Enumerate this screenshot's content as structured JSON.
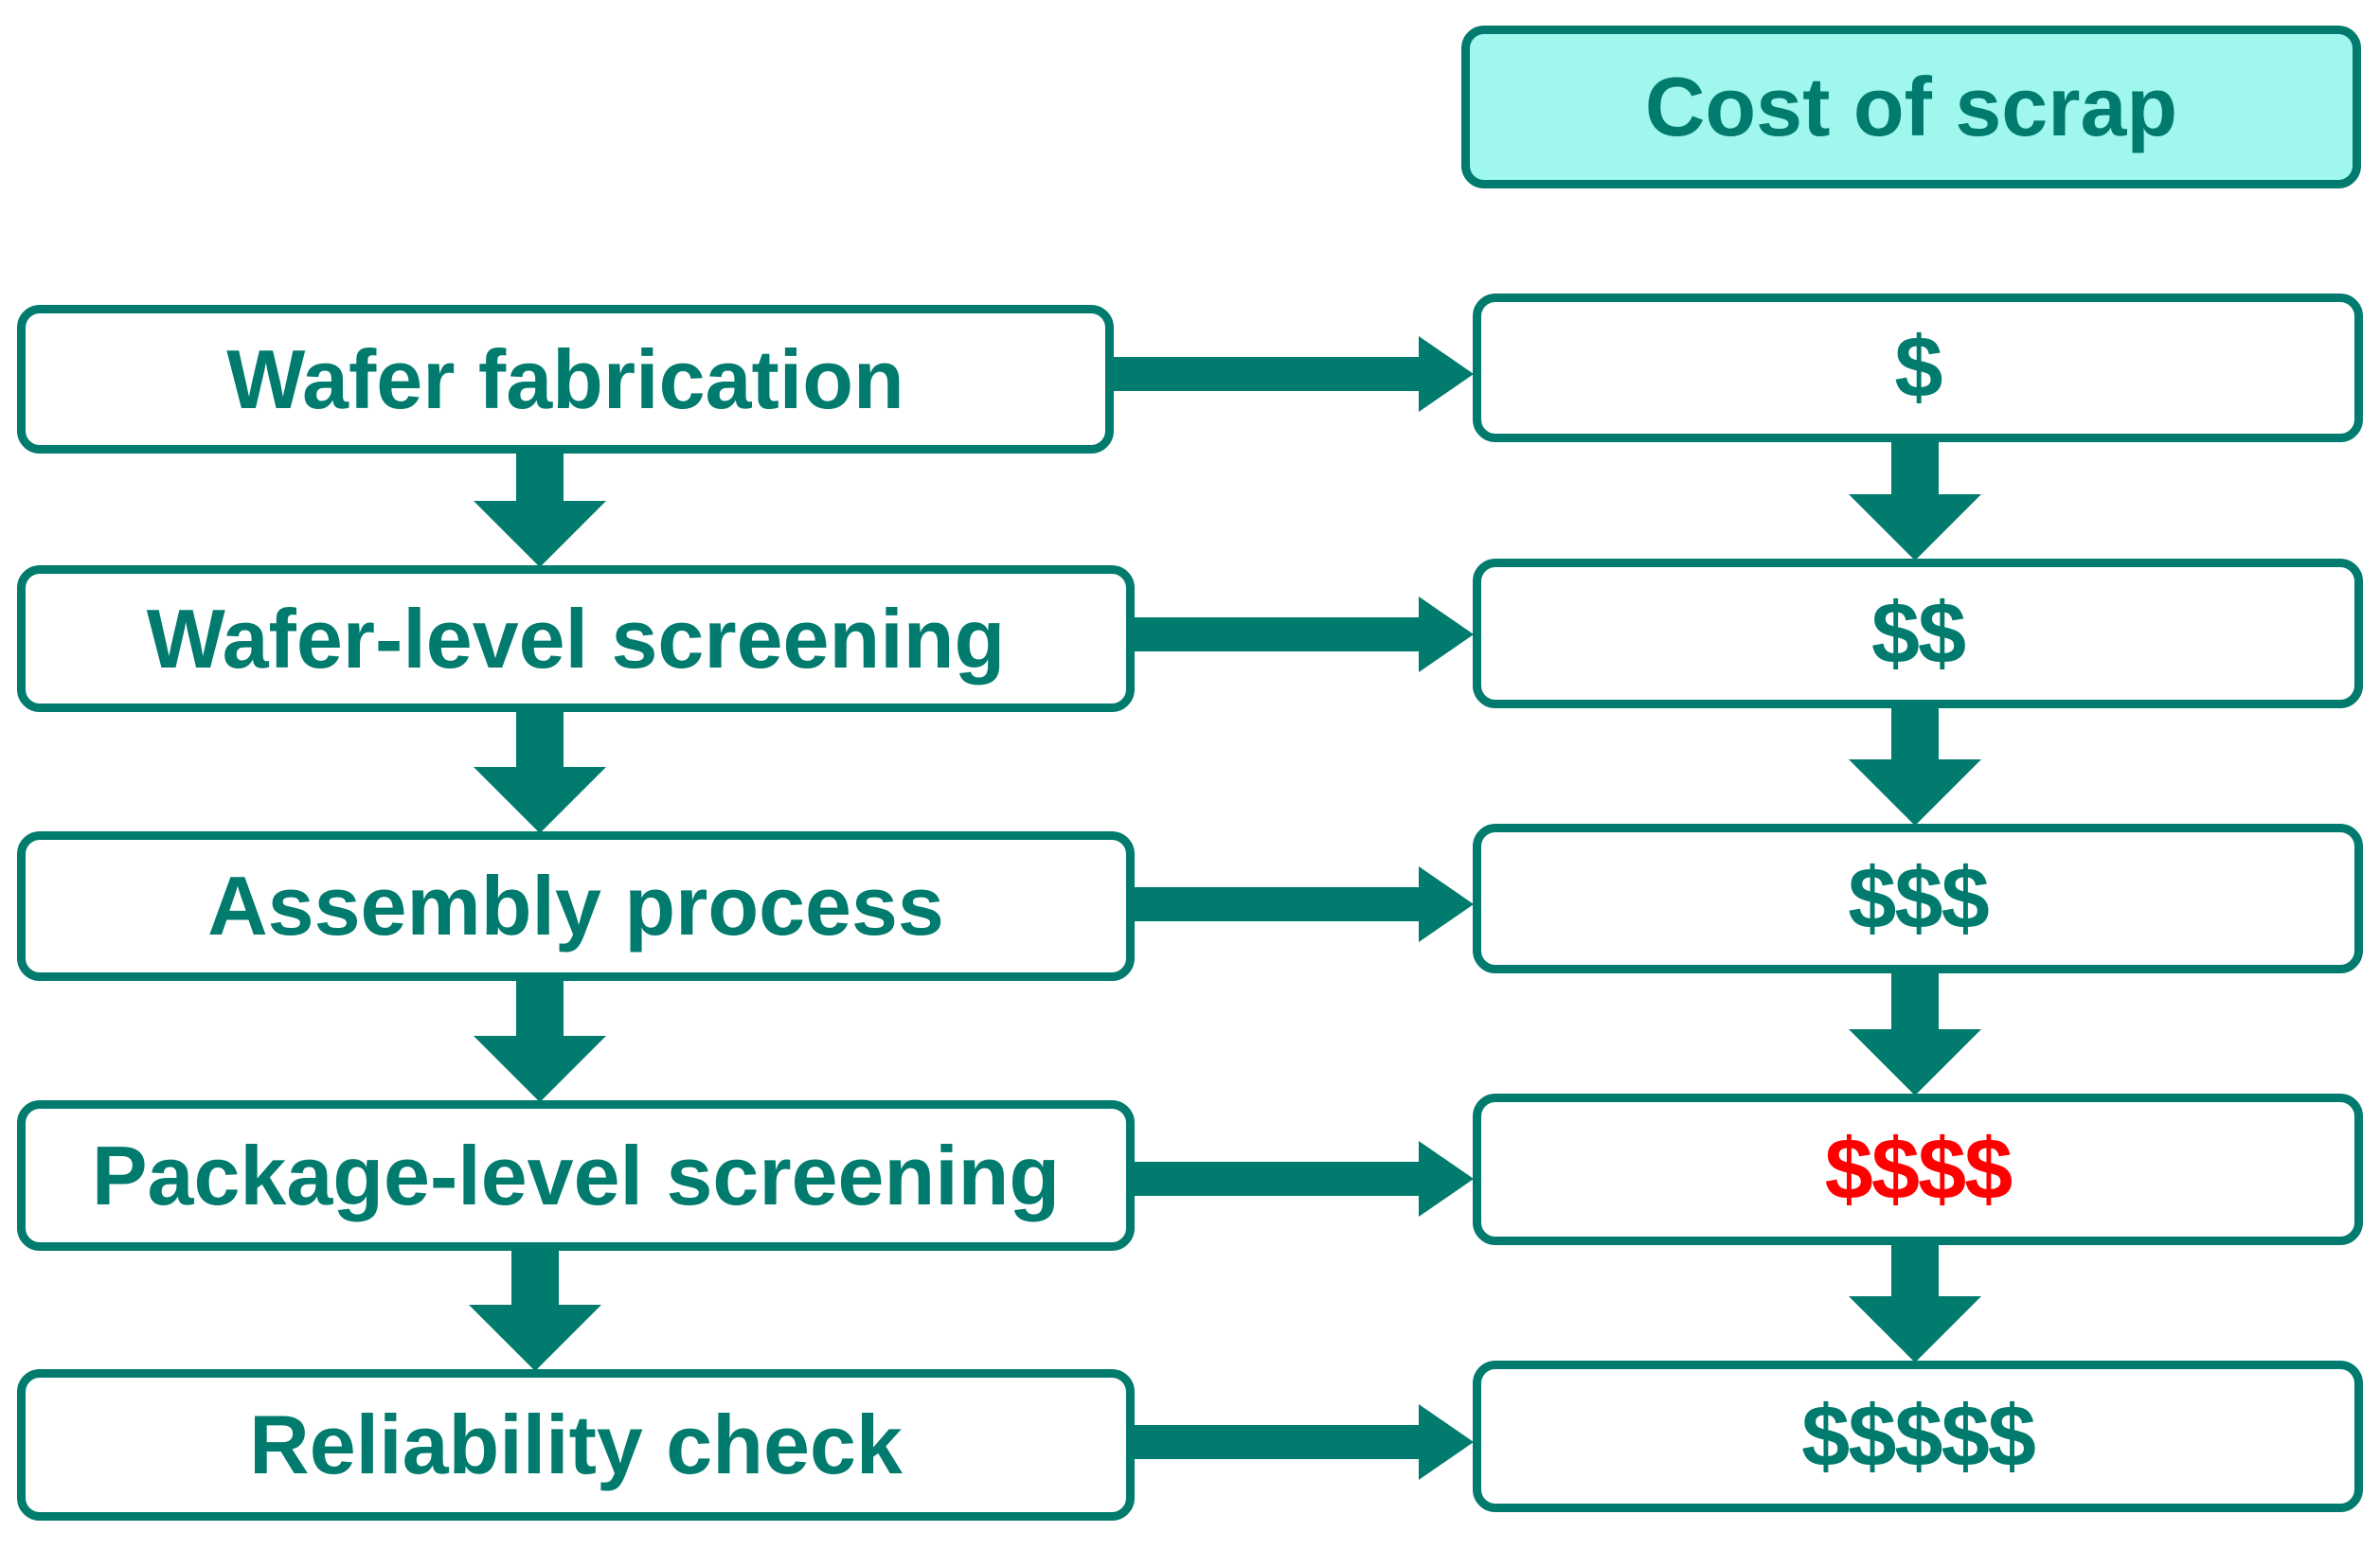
{
  "header": {
    "label": "Cost of scrap"
  },
  "steps": [
    {
      "label": "Wafer fabrication",
      "cost": "$"
    },
    {
      "label": "Wafer-level screening",
      "cost": "$$"
    },
    {
      "label": "Assembly process",
      "cost": "$$$"
    },
    {
      "label": "Package-level screening",
      "cost": "$$$$"
    },
    {
      "label": "Reliability check",
      "cost": "$$$$$"
    }
  ],
  "colors": {
    "primary": "#007B6D",
    "header_fill": "#A0F7EE",
    "highlight": "#FF0000"
  },
  "highlighted_cost_index": 3,
  "arrow_icons": {
    "horizontal": "right-arrow-icon",
    "vertical": "down-arrow-icon"
  }
}
